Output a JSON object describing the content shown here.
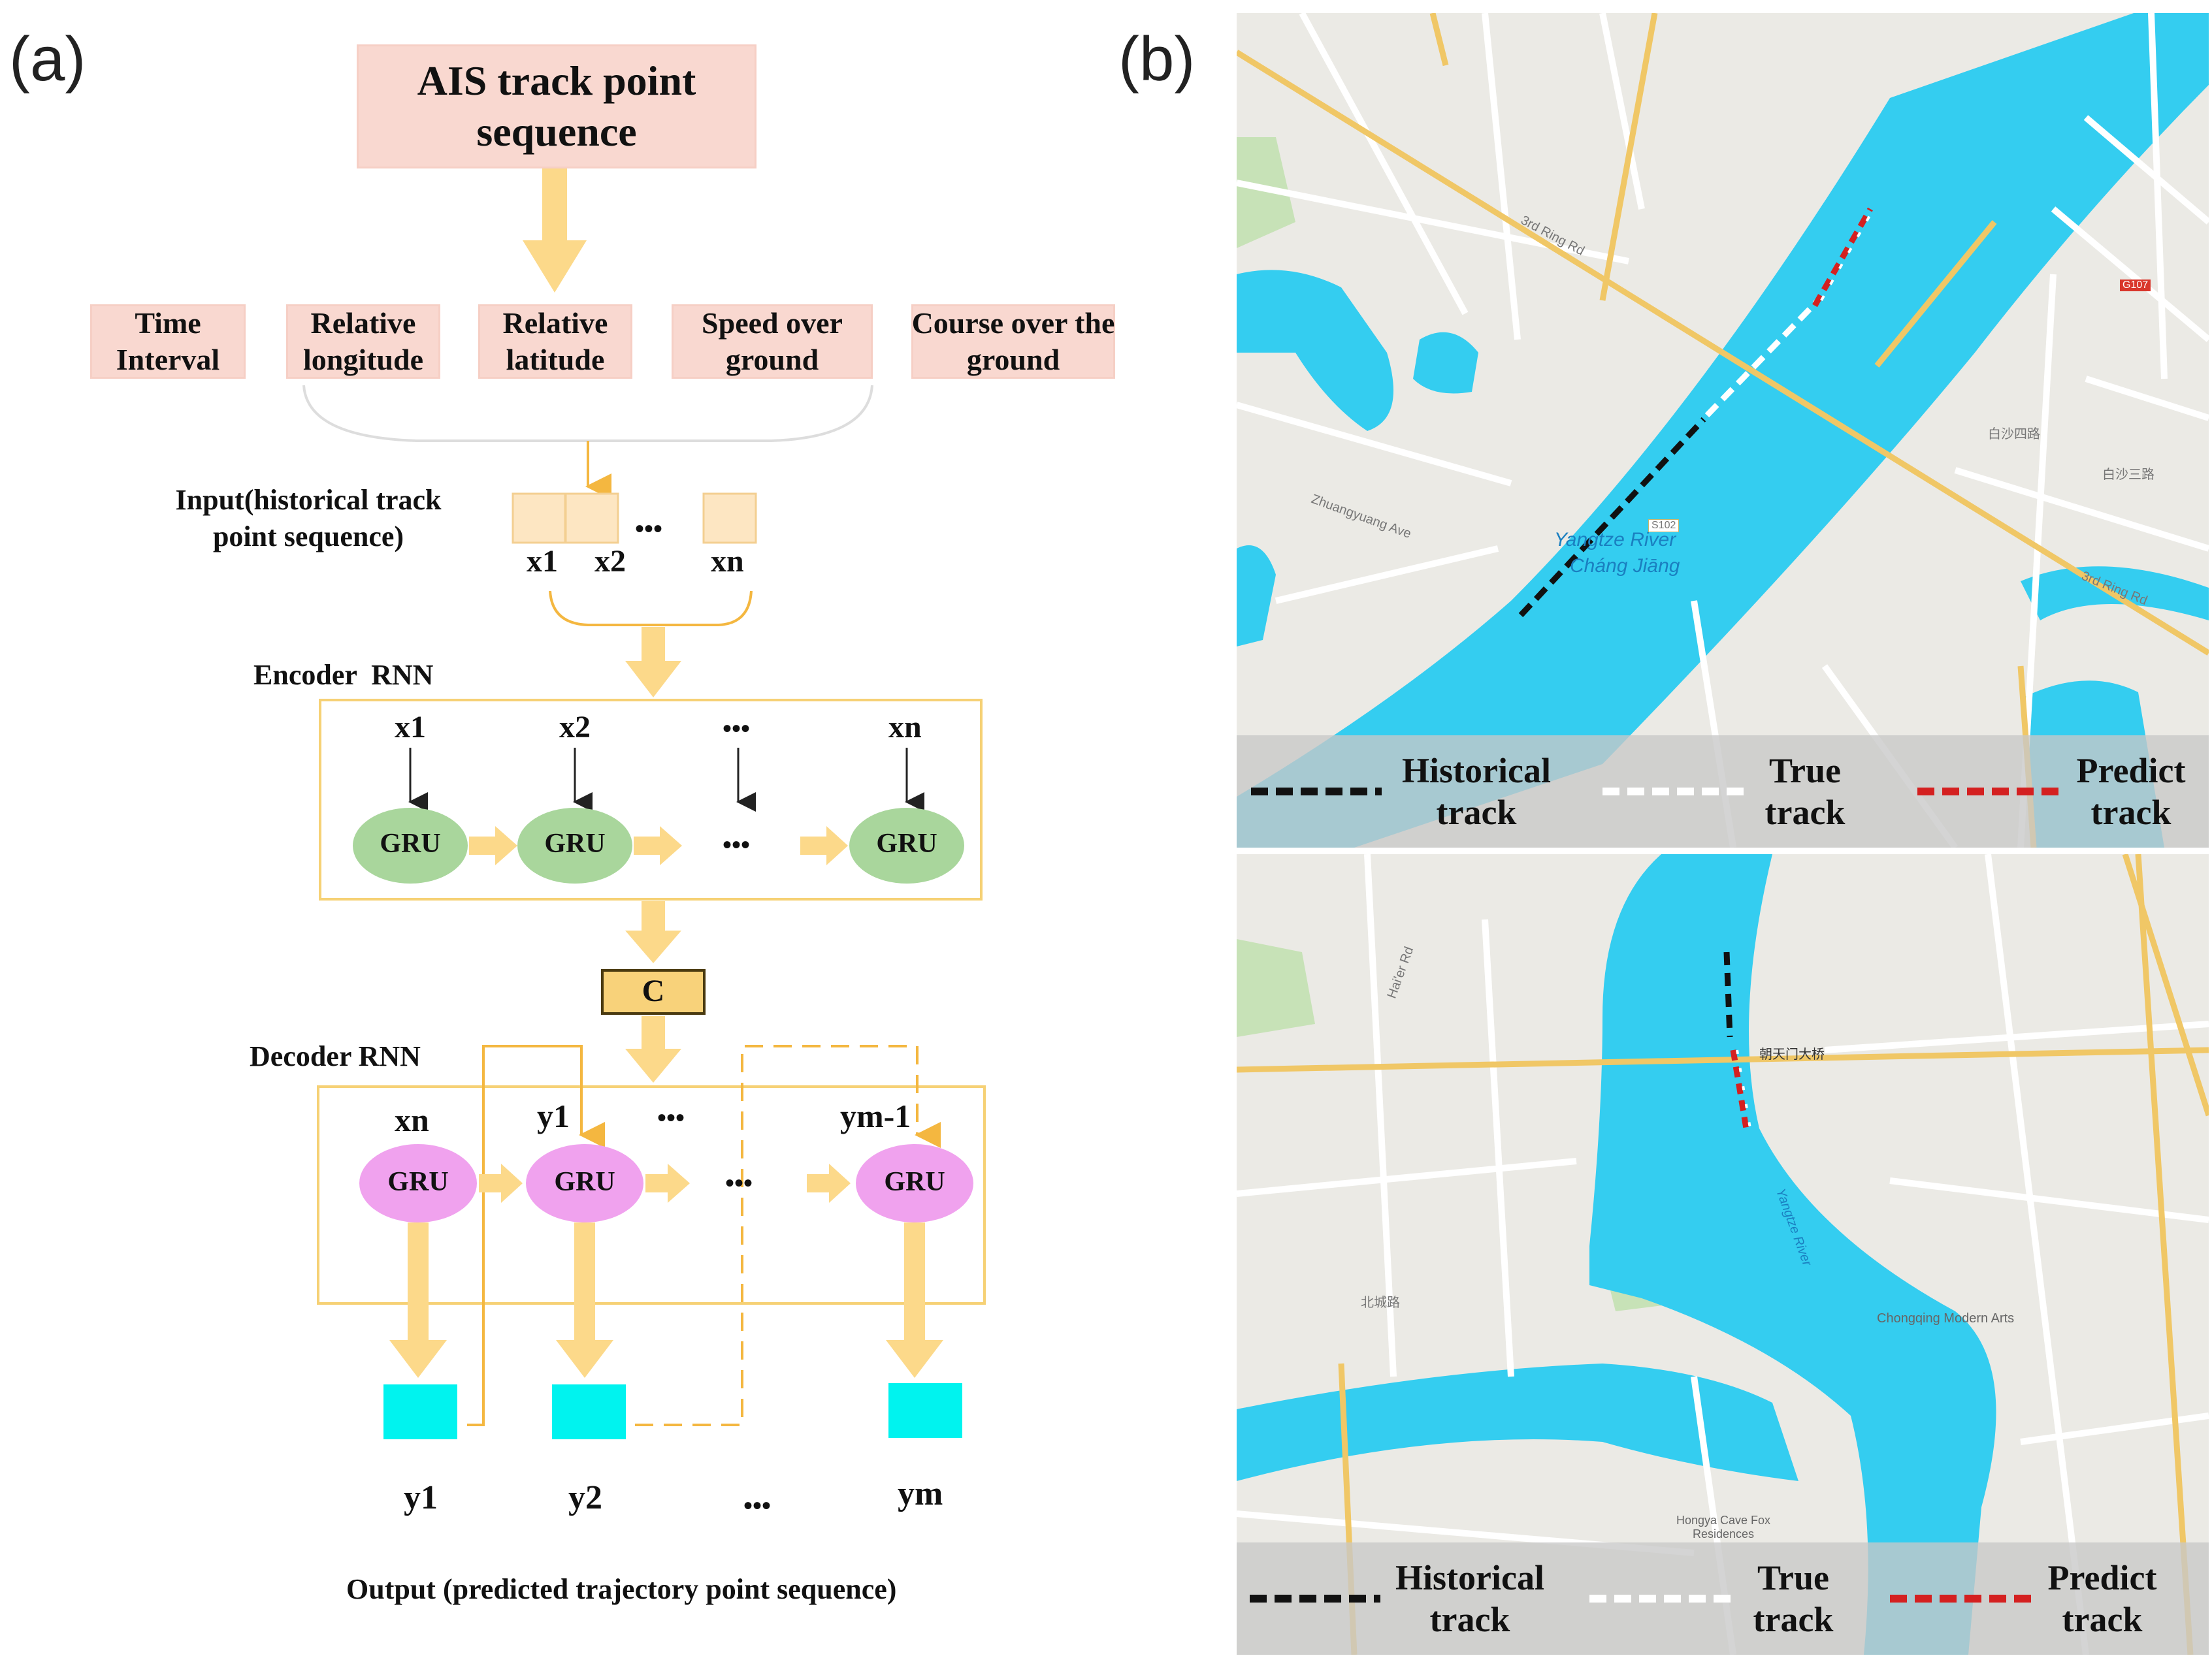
{
  "panel_a": {
    "label": "(a)",
    "ais_box": "AIS track point sequence",
    "features": [
      "Time Interval",
      "Relative longitude",
      "Relative latitude",
      "Speed over ground",
      "Course over the ground"
    ],
    "input_label": "Input(historical track point sequence)",
    "input_x1": "x1",
    "input_x2": "x2",
    "input_xn": "xn",
    "ellipsis": "•••",
    "encoder_label": "Encoder  RNN",
    "encoder_inputs": [
      "x1",
      "x2",
      "•••",
      "xn"
    ],
    "gru": "GRU",
    "context": "C",
    "decoder_label": "Decoder RNN",
    "decoder_inputs": [
      "xn",
      "y1",
      "•••",
      "ym-1"
    ],
    "outputs": [
      "y1",
      "y2",
      "•••",
      "ym"
    ],
    "output_label": "Output (predicted trajectory point sequence)",
    "colors": {
      "feature_box": "#f9d8d0",
      "arrow": "#fcd98a",
      "encoder_gru": "#a9d69c",
      "decoder_gru": "#f0a2ee",
      "output_box": "#00f3ef",
      "frame": "#f6d175"
    }
  },
  "panel_b": {
    "label": "(b)",
    "map_top": {
      "river_name_en": "Yangtze River",
      "river_name_pinyin": "Cháng Jiāng",
      "road_labels": [
        "3rd Ring Rd",
        "3rd Ring Rd",
        "Zhuangyuang Ave",
        "白沙三路",
        "白沙四路",
        "G107",
        "S102"
      ]
    },
    "map_bottom": {
      "road_labels": [
        "Hai'er Rd",
        "朝天门大桥",
        "Yangtze River",
        "Chongqing Modern Arts",
        "Hongya Cave Fox Residences",
        "北城路"
      ]
    },
    "legend": {
      "historical": "Historical track",
      "true": "True track",
      "predict": "Predict track"
    },
    "colors": {
      "river": "#34cdf0",
      "land": "#ebeae5",
      "road": "#ffffff",
      "highway": "#f0c766",
      "historical": "#111111",
      "true": "#ffffff",
      "predict": "#d42020"
    }
  }
}
